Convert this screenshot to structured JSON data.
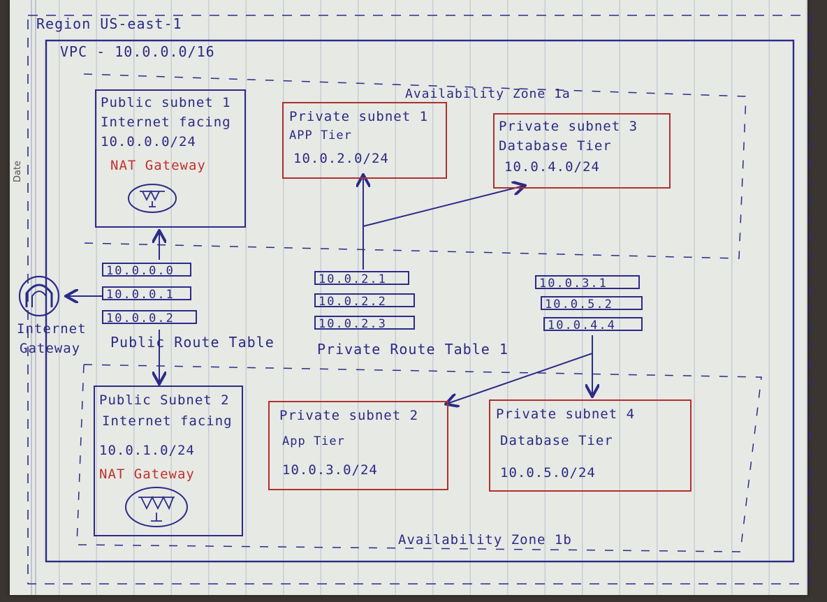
{
  "region_label": "Region US-east-1",
  "vpc_label": "VPC - 10.0.0.0/16",
  "az_a_label": "Availability Zone 1a",
  "az_b_label": "Availability Zone 1b",
  "page_margin_label": "Date",
  "internet_gateway": {
    "line1": "Internet",
    "line2": "Gateway"
  },
  "public_subnet_1": {
    "title": "Public subnet 1",
    "type": "Internet facing",
    "cidr": "10.0.0.0/24",
    "nat": "NAT Gateway"
  },
  "public_subnet_2": {
    "title": "Public Subnet 2",
    "type": "Internet facing",
    "cidr": "10.0.1.0/24",
    "nat": "NAT Gateway"
  },
  "private_subnet_1": {
    "title": "Private subnet 1",
    "tier": "APP Tier",
    "cidr": "10.0.2.0/24"
  },
  "private_subnet_2": {
    "title": "Private subnet 2",
    "tier": "App Tier",
    "cidr": "10.0.3.0/24"
  },
  "private_subnet_3": {
    "title": "Private subnet 3",
    "tier": "Database Tier",
    "cidr": "10.0.4.0/24"
  },
  "private_subnet_4": {
    "title": "Private subnet 4",
    "tier": "Database Tier",
    "cidr": "10.0.5.0/24"
  },
  "public_route_table": {
    "label": "Public Route Table",
    "rows": [
      "10.0.0.0",
      "10.0.0.1",
      "10.0.0.2"
    ]
  },
  "private_route_table_1": {
    "label": "Private Route Table 1",
    "rows": [
      "10.0.2.1",
      "10.0.2.2",
      "10.0.2.3"
    ]
  },
  "private_route_table_2": {
    "rows": [
      "10.0.3.1",
      "10.0.5.2",
      "10.0.4.4"
    ]
  },
  "colors": {
    "ink_blue": "#2b2b8a",
    "ink_red": "#b03030",
    "paper": "#e7e9e4"
  }
}
